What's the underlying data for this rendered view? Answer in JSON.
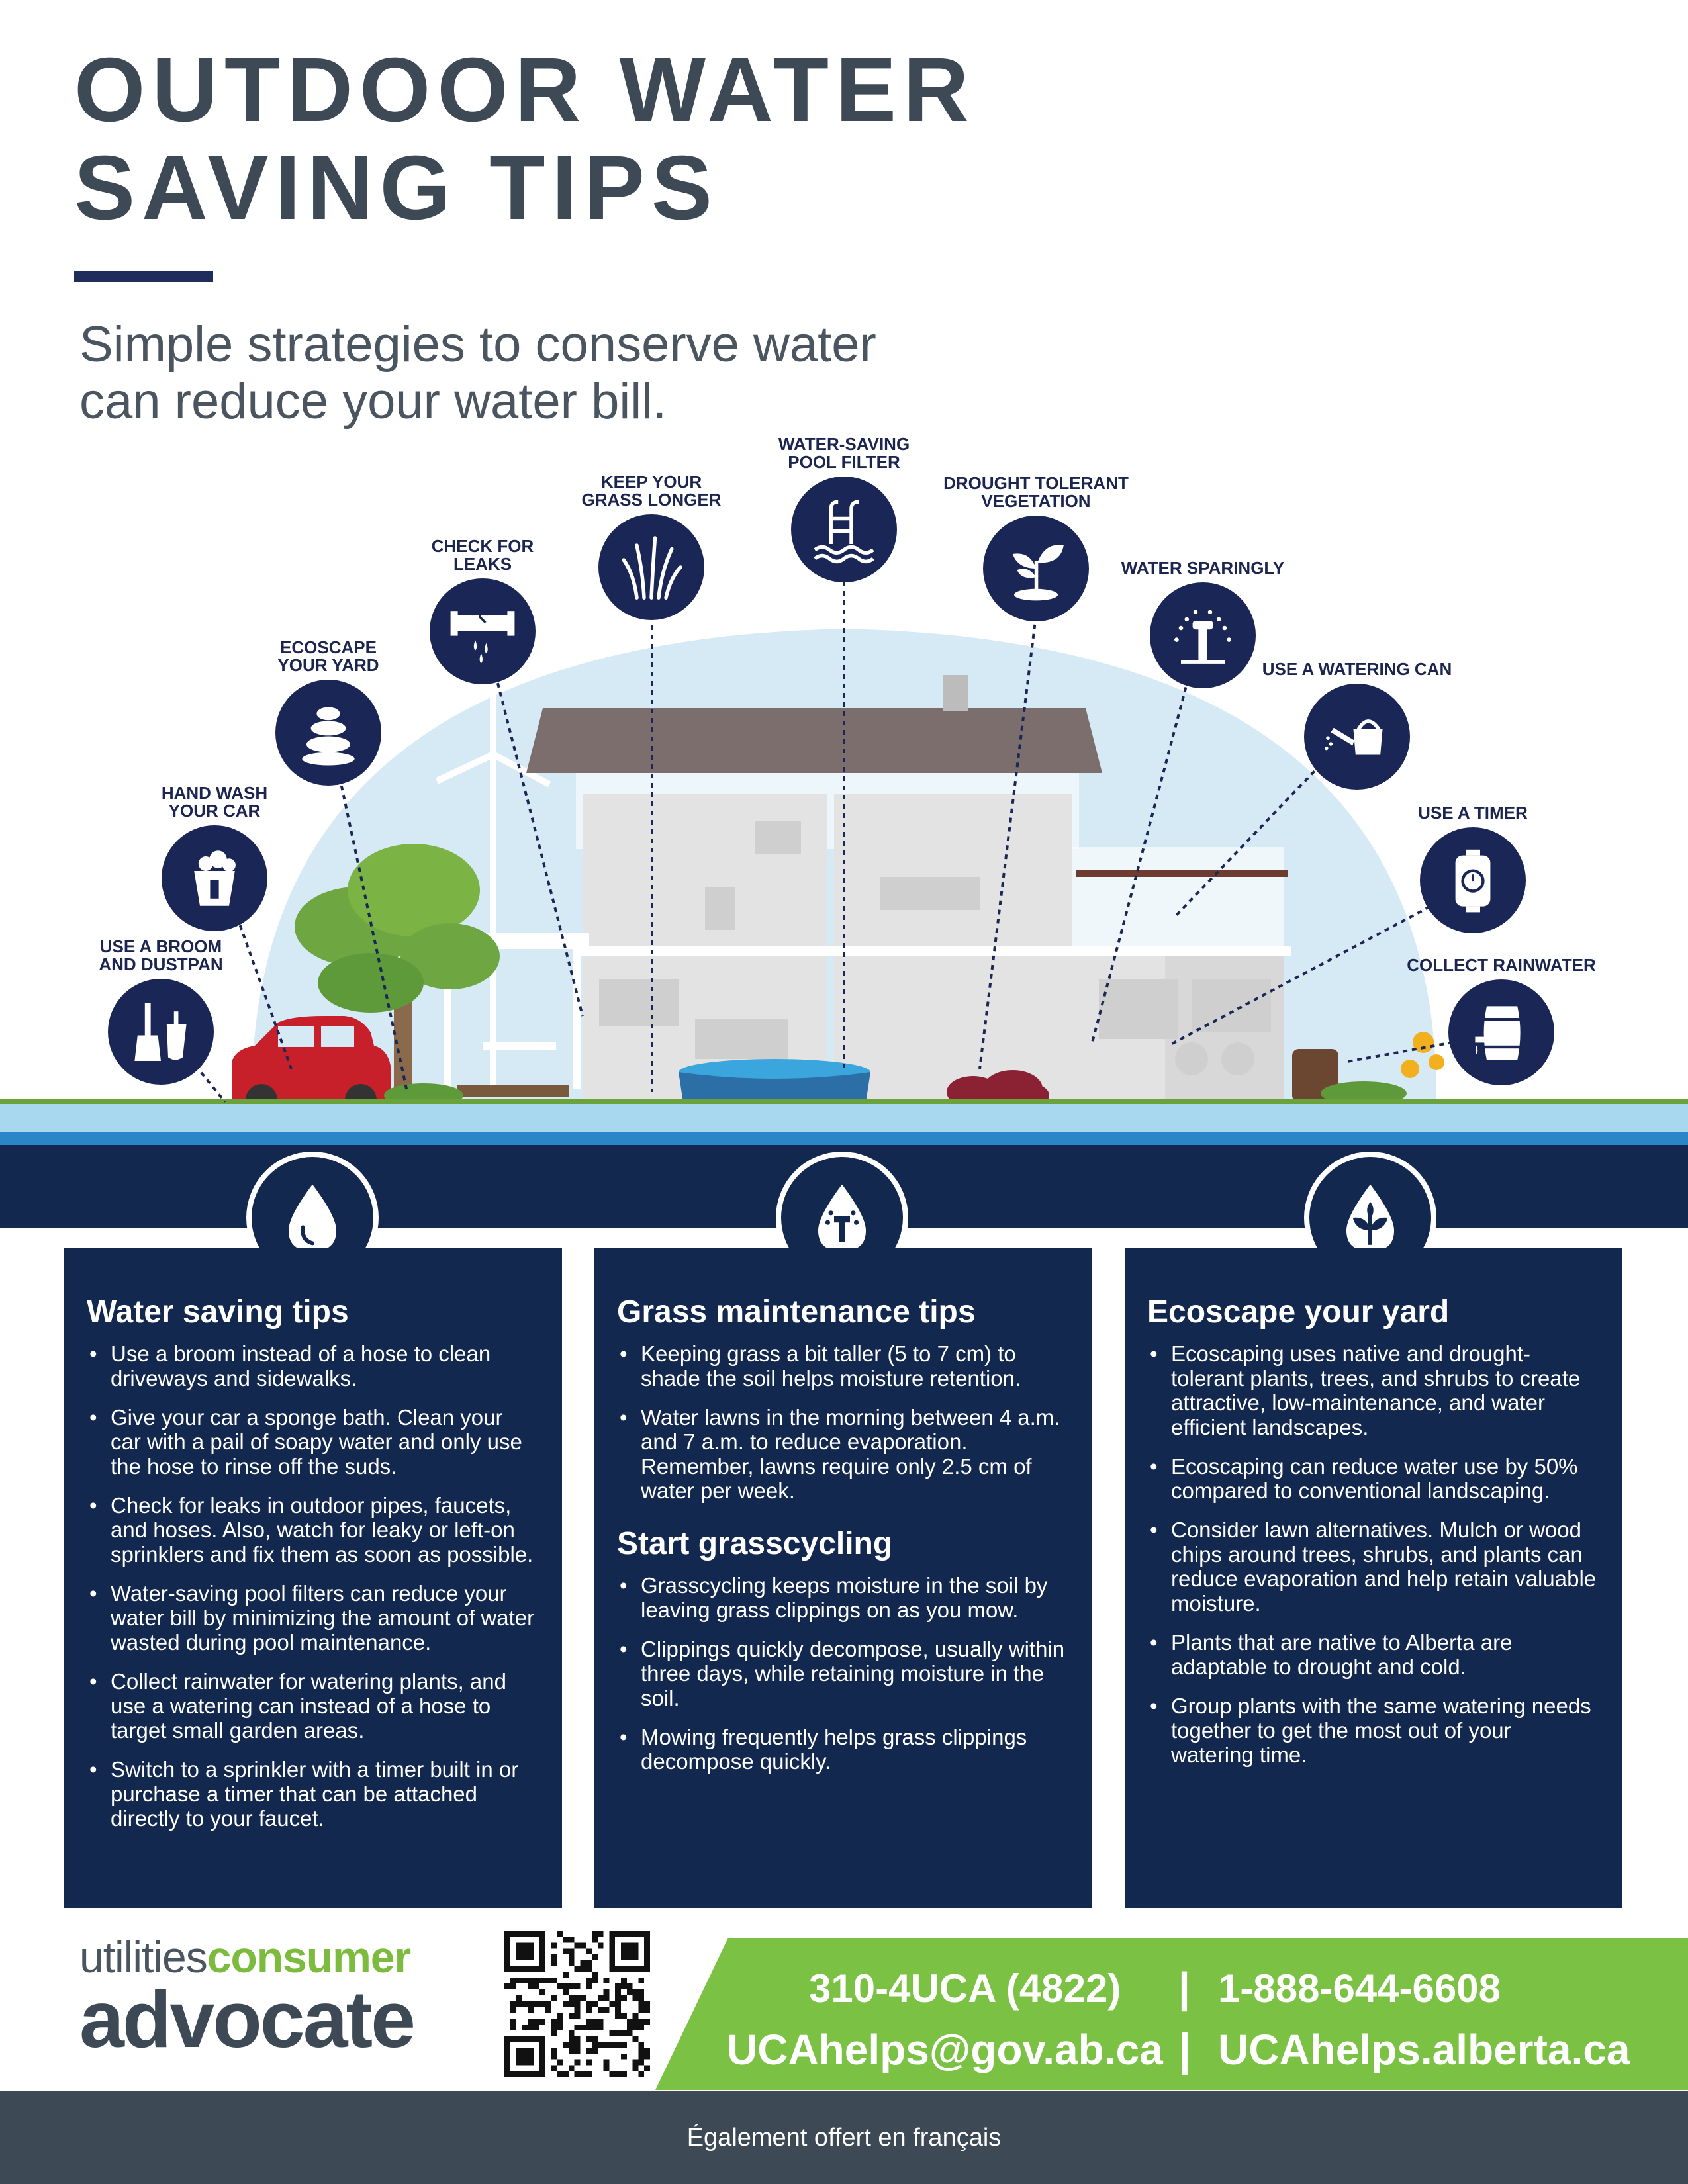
{
  "header": {
    "title_line1": "OUTDOOR WATER",
    "title_line2": "SAVING TIPS",
    "subtitle_line1": "Simple strategies to conserve water",
    "subtitle_line2": "can reduce your water bill."
  },
  "illustration_tips": [
    {
      "line1": "USE A BROOM",
      "line2": "AND DUSTPAN",
      "icon": "broom-dustpan-icon"
    },
    {
      "line1": "HAND WASH",
      "line2": "YOUR CAR",
      "icon": "bucket-icon"
    },
    {
      "line1": "ECOSCAPE",
      "line2": "YOUR YARD",
      "icon": "stacked-stones-icon"
    },
    {
      "line1": "CHECK FOR",
      "line2": "LEAKS",
      "icon": "leaking-pipe-icon"
    },
    {
      "line1": "KEEP YOUR",
      "line2": "GRASS LONGER",
      "icon": "grass-icon"
    },
    {
      "line1": "WATER-SAVING",
      "line2": "POOL FILTER",
      "icon": "pool-ladder-icon"
    },
    {
      "line1": "DROUGHT TOLERANT",
      "line2": "VEGETATION",
      "icon": "seedling-icon"
    },
    {
      "line1": "WATER SPARINGLY",
      "line2": "",
      "icon": "sprinkler-icon"
    },
    {
      "line1": "USE A WATERING CAN",
      "line2": "",
      "icon": "watering-can-icon"
    },
    {
      "line1": "USE A TIMER",
      "line2": "",
      "icon": "timer-icon"
    },
    {
      "line1": "COLLECT RAINWATER",
      "line2": "",
      "icon": "rain-barrel-icon"
    }
  ],
  "panels": {
    "water": {
      "icon": "water-drop-icon",
      "heading": "Water saving tips",
      "items": [
        "Use a broom instead of a hose to clean driveways and sidewalks.",
        "Give your car a sponge bath. Clean your car with a pail of soapy water and only use the hose to rinse off the suds.",
        "Check for leaks in outdoor pipes, faucets, and hoses. Also, watch for leaky or left-on sprinklers and fix them as soon as possible.",
        "Water-saving pool filters can reduce your water bill by minimizing the amount of water wasted during pool maintenance.",
        "Collect rainwater for watering plants, and use a watering can instead of a hose to target small garden areas.",
        "Switch to a sprinkler with a timer built in or purchase a timer that can be attached directly to your faucet."
      ]
    },
    "grass": {
      "icon": "drop-sprinkler-icon",
      "heading": "Grass maintenance tips",
      "items": [
        "Keeping grass a bit taller (5 to 7 cm) to shade the soil helps moisture retention.",
        "Water lawns in the morning between 4 a.m. and 7 a.m. to reduce evaporation. Remember, lawns require only 2.5 cm of water per week."
      ],
      "heading2": "Start grasscycling",
      "items2": [
        "Grasscycling keeps moisture in the soil by leaving grass clippings on as you mow.",
        "Clippings quickly decompose, usually within three days, while retaining moisture in the soil.",
        "Mowing frequently helps grass clippings decompose quickly."
      ]
    },
    "eco": {
      "icon": "drop-leaf-icon",
      "heading": "Ecoscape your yard",
      "items": [
        "Ecoscaping uses native and drought-tolerant plants, trees, and shrubs to create attractive, low-maintenance, and water efficient landscapes.",
        "Ecoscaping can reduce water use by 50% compared to conventional landscaping.",
        "Consider lawn alternatives. Mulch or wood chips around trees, shrubs, and plants can reduce evaporation and help retain valuable moisture.",
        "Plants that are native to Alberta are adaptable to drought and cold.",
        "Group plants with the same watering needs together to get the most out of your watering time."
      ]
    }
  },
  "footer": {
    "logo_part1": "utilities",
    "logo_part2": "consumer",
    "logo_part3": "advocate",
    "phone1": "310-4UCA (4822)",
    "separator": "|",
    "phone2": "1-888-644-6608",
    "email": "UCAhelps@gov.ab.ca",
    "website": "UCAhelps.alberta.ca",
    "french_note": "Également offert en français"
  },
  "colors": {
    "navy": "#13284f",
    "icon_navy": "#1a2655",
    "title_grey": "#3d4a55",
    "brand_green": "#7bc143",
    "water_blue": "#3aa6dd",
    "sky_blue": "#d6eaf6"
  }
}
